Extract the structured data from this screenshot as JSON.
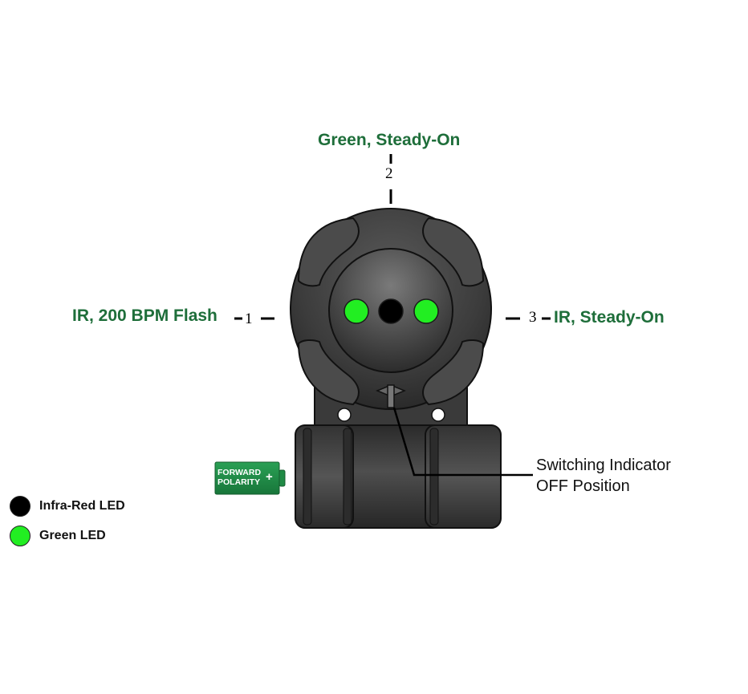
{
  "positions": [
    {
      "number": "1",
      "label": "IR, 200 BPM Flash"
    },
    {
      "number": "2",
      "label": "Green, Steady-On"
    },
    {
      "number": "3",
      "label": "IR, Steady-On"
    }
  ],
  "callout": {
    "line1": "Switching Indicator",
    "line2": "OFF Position"
  },
  "battery": {
    "line1": "FORWARD",
    "line2": "POLARITY",
    "plus": "+"
  },
  "legend": [
    {
      "label": "Infra-Red LED",
      "color": "#000000"
    },
    {
      "label": "Green LED",
      "color": "#22ee22"
    }
  ],
  "colors": {
    "label_green": "#1e6e3a",
    "led_green": "#22ee22",
    "led_ir": "#000000",
    "body_dark": "#3a3a3a",
    "battery_green": "#1f8a45"
  }
}
